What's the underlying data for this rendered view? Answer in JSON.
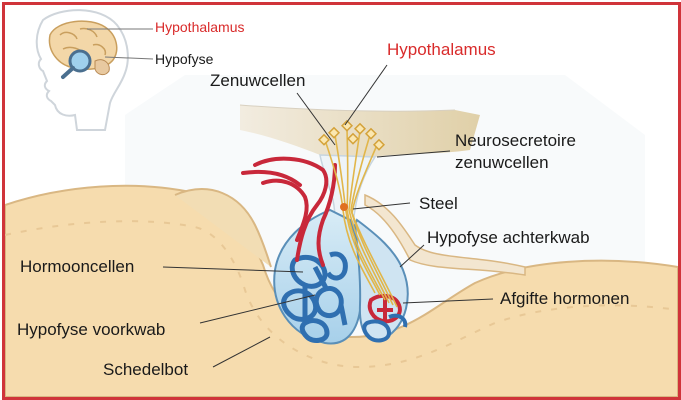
{
  "inset": {
    "hypothalamus_label": "Hypothalamus",
    "hypofyse_label": "Hypofyse"
  },
  "labels": {
    "hypothalamus": "Hypothalamus",
    "zenuwcellen": "Zenuwcellen",
    "neurosecretoire_line1": "Neurosecretoire",
    "neurosecretoire_line2": "zenuwcellen",
    "steel": "Steel",
    "hypofyse_achterkwab": "Hypofyse achterkwab",
    "hormooncellen": "Hormooncellen",
    "afgifte_hormonen": "Afgifte hormonen",
    "hypofyse_voorkwab": "Hypofyse voorkwab",
    "schedelbot": "Schedelbot"
  },
  "colors": {
    "frame": "#d0343a",
    "accent_red_text": "#d92b2b",
    "bone": "#f6dcae",
    "vessel_red": "#c8283a",
    "vessel_blue": "#2f6fb0",
    "gland_blue": "#b9dcef"
  }
}
